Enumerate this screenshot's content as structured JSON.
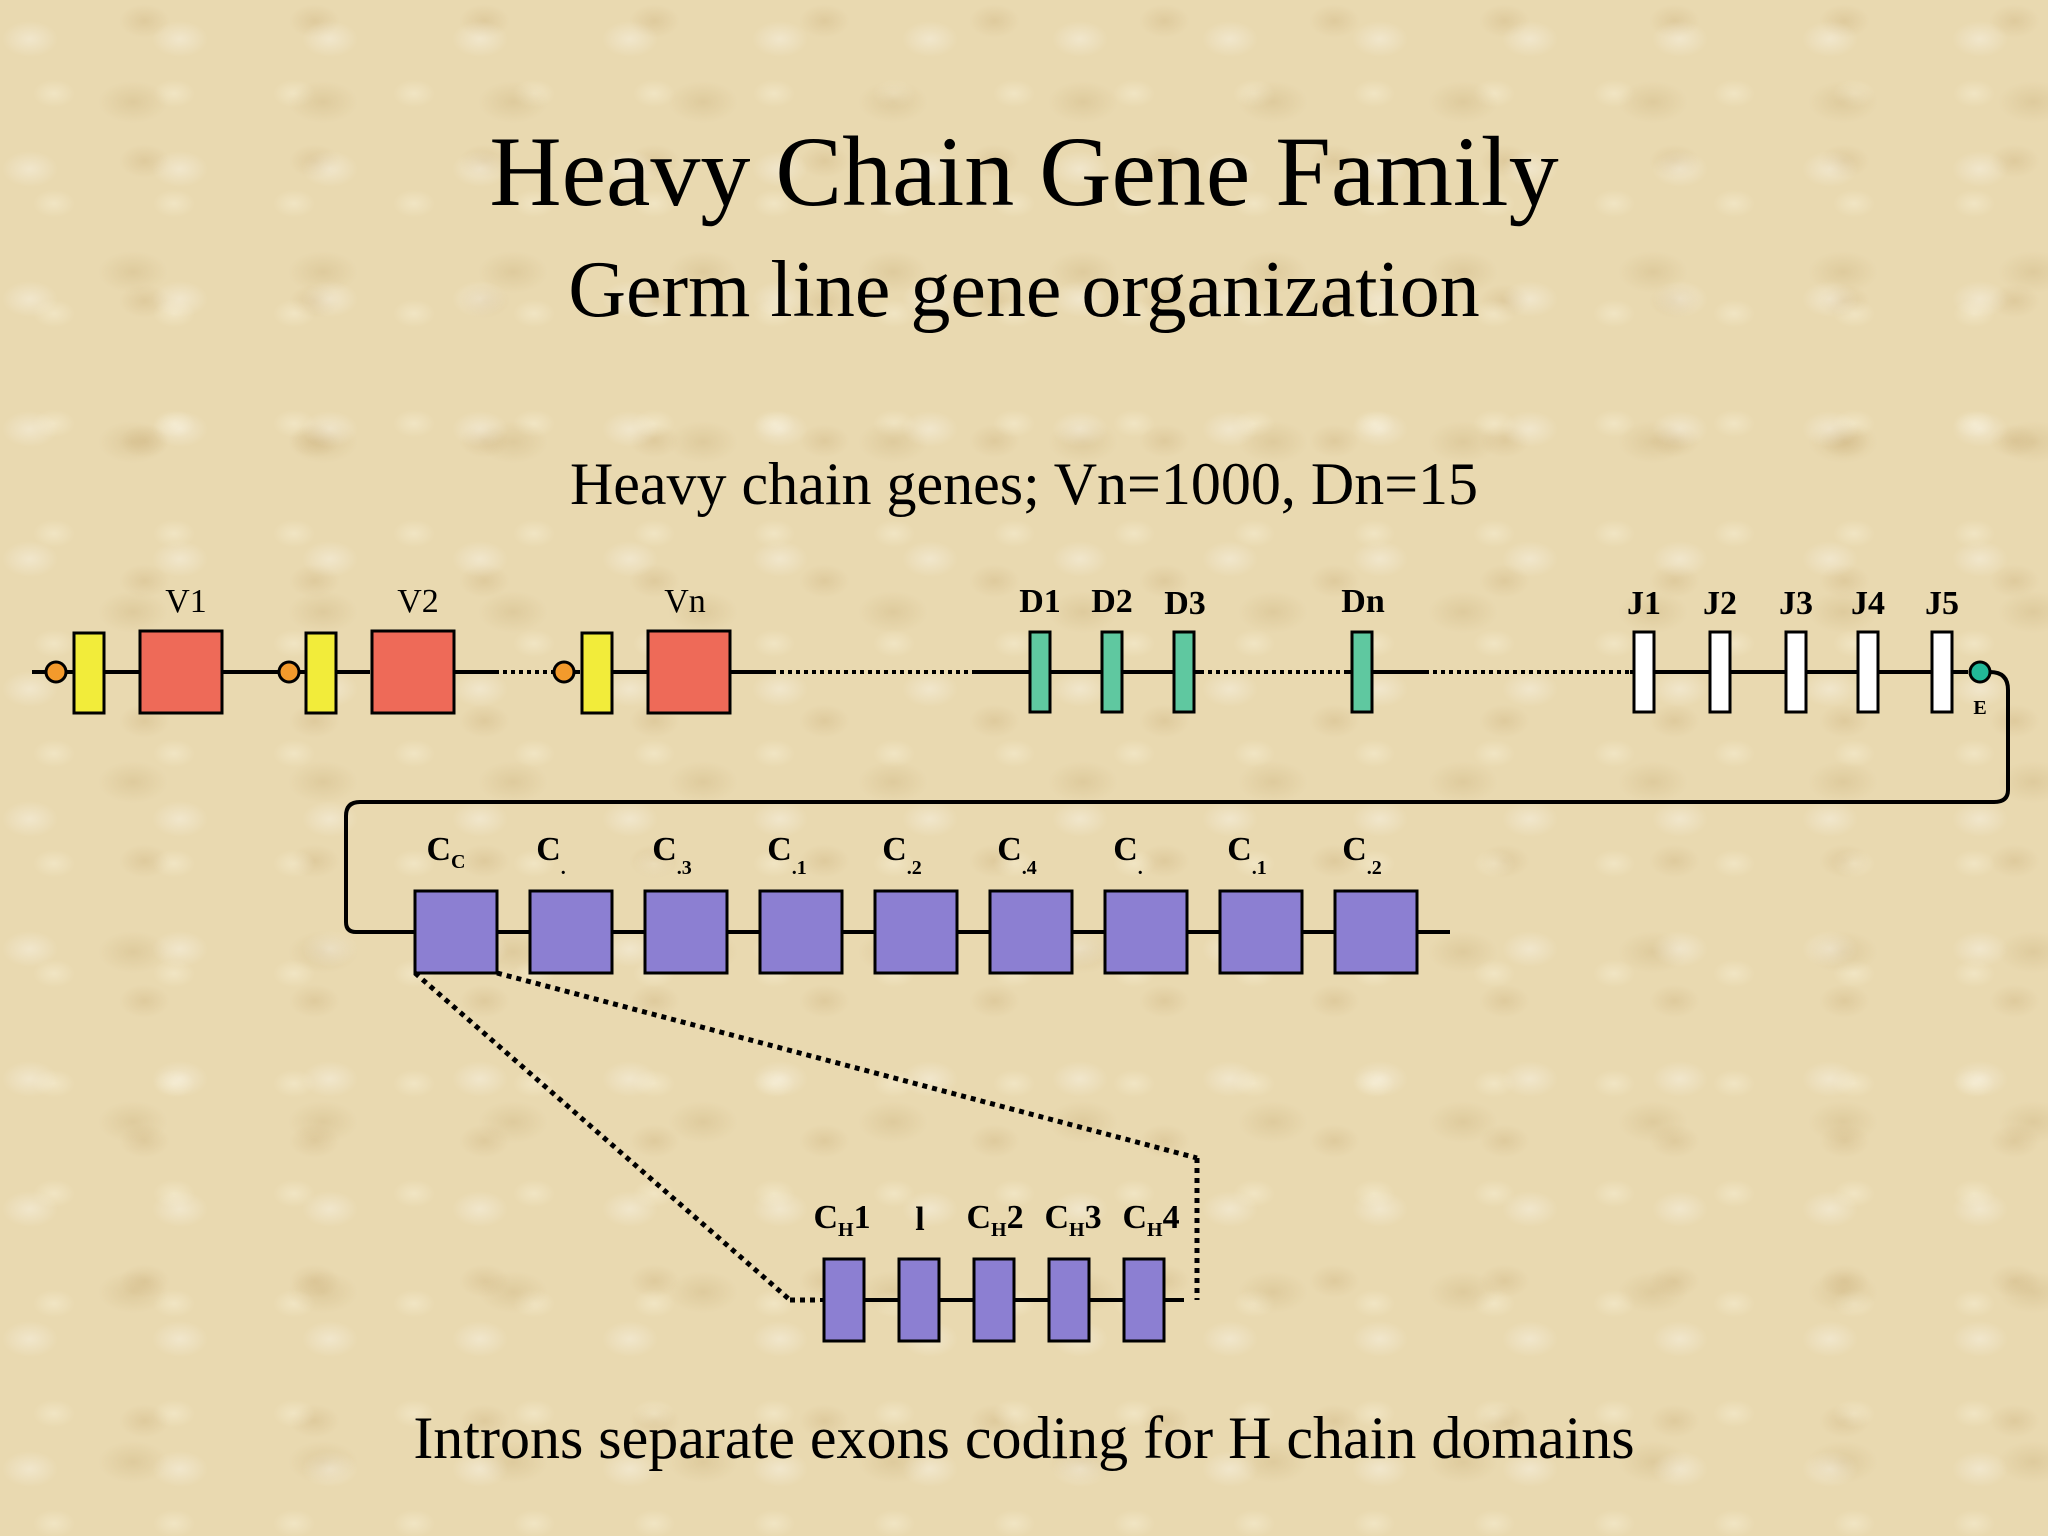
{
  "title": "Heavy Chain Gene Family",
  "subtitle": "Germ line gene organization",
  "genes_heading": "Heavy chain genes; Vn=1000, Dn=15",
  "footer": "Introns separate exons coding for H chain domains",
  "v_segments": [
    {
      "label": "V1"
    },
    {
      "label": "V2"
    },
    {
      "label": "Vn"
    }
  ],
  "d_segments": [
    {
      "label": "D1"
    },
    {
      "label": "D2"
    },
    {
      "label": "D3"
    },
    {
      "label": "Dn"
    }
  ],
  "j_segments": [
    {
      "label": "J1"
    },
    {
      "label": "J2"
    },
    {
      "label": "J3"
    },
    {
      "label": "J4"
    },
    {
      "label": "J5"
    }
  ],
  "enhancer_label": "E",
  "c_genes": [
    {
      "main": "C",
      "sub": "C"
    },
    {
      "main": "C",
      "sub": "."
    },
    {
      "main": "C",
      "sub": ".3"
    },
    {
      "main": "C",
      "sub": ".1"
    },
    {
      "main": "C",
      "sub": ".2"
    },
    {
      "main": "C",
      "sub": ".4"
    },
    {
      "main": "C",
      "sub": "."
    },
    {
      "main": "C",
      "sub": ".1"
    },
    {
      "main": "C",
      "sub": ".2"
    }
  ],
  "domain_exons": [
    {
      "main": "C",
      "sub": "H",
      "tail": "1"
    },
    {
      "main": "l",
      "sub": "",
      "tail": ""
    },
    {
      "main": "C",
      "sub": "H",
      "tail": "2"
    },
    {
      "main": "C",
      "sub": "H",
      "tail": "3"
    },
    {
      "main": "C",
      "sub": "H",
      "tail": "4"
    }
  ],
  "colors": {
    "leader": "#f2ec3a",
    "v_exon": "#ee6a58",
    "d_exon": "#5fc8a0",
    "j_exon": "#ffffff",
    "c_exon": "#8c7fd2",
    "promoter": "#f39a2c",
    "enhancer": "#22b898"
  }
}
